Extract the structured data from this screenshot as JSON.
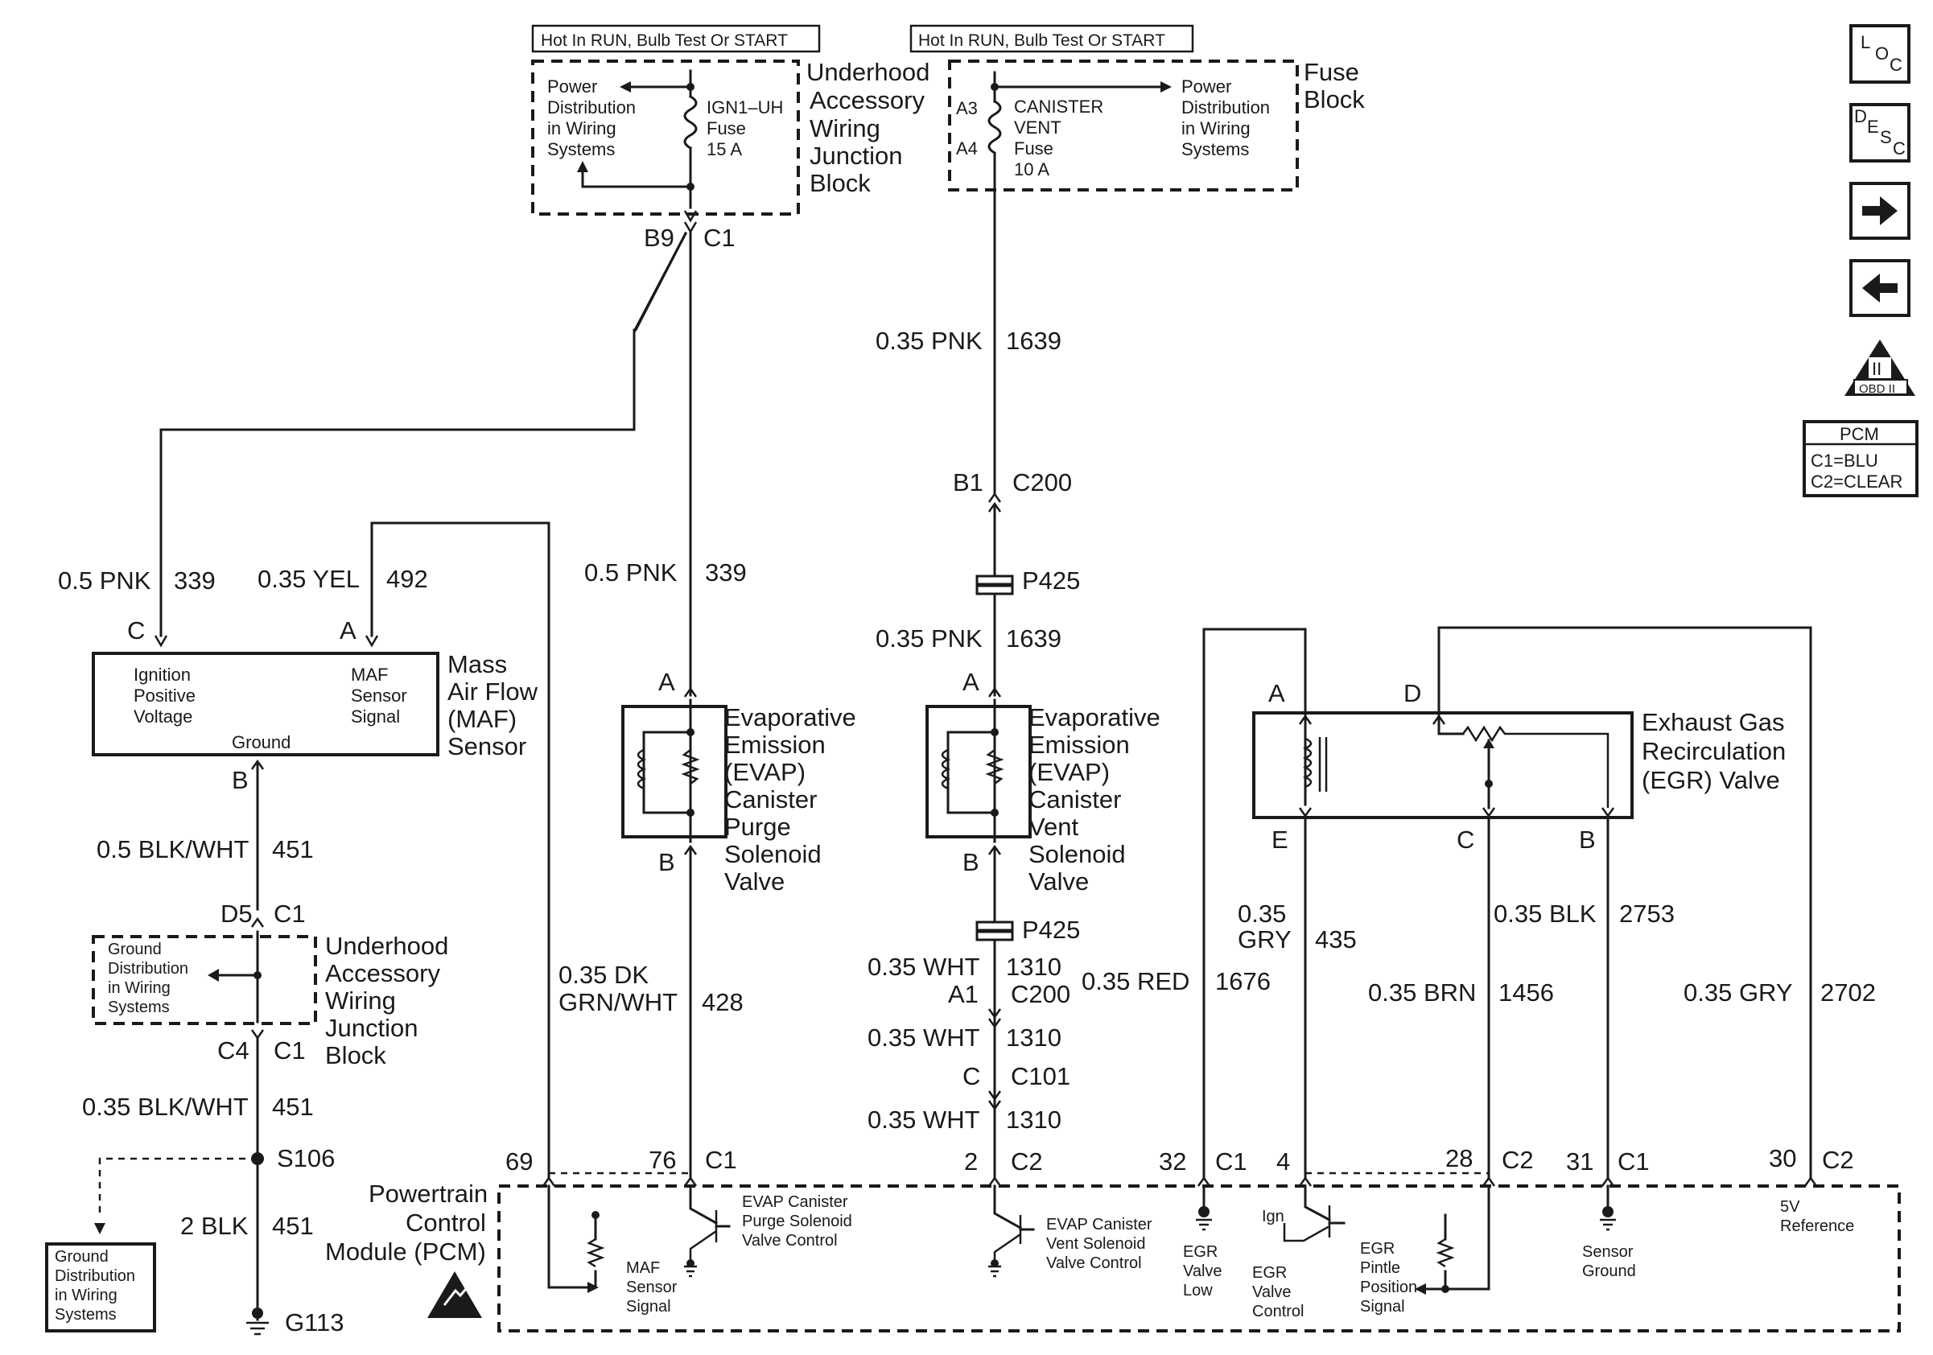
{
  "headers": {
    "left": "Hot In RUN, Bulb Test Or START",
    "right": "Hot In RUN, Bulb Test Or START"
  },
  "top_left_block": {
    "name_lines": [
      "Underhood",
      "Accessory",
      "Wiring",
      "Junction",
      "Block"
    ],
    "power_lines": [
      "Power",
      "Distribution",
      "in Wiring",
      "Systems"
    ],
    "fuse_lines": [
      "IGN1–UH",
      "Fuse",
      "15 A"
    ],
    "pin": "B9",
    "connector": "C1"
  },
  "fuse_block": {
    "name_lines": [
      "Fuse",
      "Block"
    ],
    "pin_a3": "A3",
    "pin_a4": "A4",
    "fuse_lines": [
      "CANISTER",
      "VENT",
      "Fuse",
      "10 A"
    ],
    "power_lines": [
      "Power",
      "Distribution",
      "in Wiring",
      "Systems"
    ]
  },
  "nav_icons": {
    "loc": "LOC",
    "desc": "DESC",
    "obd": "OBD II",
    "obd_roman": "II"
  },
  "pcm_legend": {
    "title": "PCM",
    "c1": "C1=BLU",
    "c2": "C2=CLEAR"
  },
  "wires": {
    "w1639_top": {
      "gauge": "0.35 PNK",
      "circuit": "1639"
    },
    "w339_left": {
      "gauge": "0.5 PNK",
      "circuit": "339"
    },
    "w492": {
      "gauge": "0.35 YEL",
      "circuit": "492"
    },
    "w339_mid": {
      "gauge": "0.5 PNK",
      "circuit": "339"
    },
    "w1639_mid": {
      "gauge": "0.35 PNK",
      "circuit": "1639"
    },
    "w451_a": {
      "gauge": "0.5 BLK/WHT",
      "circuit": "451"
    },
    "w451_b": {
      "gauge": "0.35 BLK/WHT",
      "circuit": "451"
    },
    "w451_c": {
      "gauge": "2 BLK",
      "circuit": "451"
    },
    "w428": {
      "gauge_lines": [
        "0.35 DK",
        "GRN/WHT"
      ],
      "circuit": "428"
    },
    "w1310_a": {
      "gauge": "0.35 WHT",
      "circuit": "1310"
    },
    "w1310_b": {
      "gauge": "0.35 WHT",
      "circuit": "1310"
    },
    "w1310_c": {
      "gauge": "0.35 WHT",
      "circuit": "1310"
    },
    "w1676": {
      "gauge": "0.35 RED",
      "circuit": "1676"
    },
    "w435": {
      "gauge_lines": [
        "0.35",
        "GRY"
      ],
      "circuit": "435"
    },
    "w1456": {
      "gauge": "0.35 BRN",
      "circuit": "1456"
    },
    "w2753": {
      "gauge": "0.35 BLK",
      "circuit": "2753"
    },
    "w2702": {
      "gauge": "0.35 GRY",
      "circuit": "2702"
    }
  },
  "connectors": {
    "b1": "B1",
    "c200": "C200",
    "p425": "P425",
    "p425b": "P425",
    "a1": "A1",
    "c200b": "C200",
    "c": "C",
    "c101": "C101",
    "d5": "D5",
    "c1_d5": "C1",
    "c4": "C4",
    "c1_c4": "C1",
    "s106": "S106",
    "g113": "G113"
  },
  "maf": {
    "pin_c": "C",
    "pin_a": "A",
    "pin_b": "B",
    "ignition_lines": [
      "Ignition",
      "Positive",
      "Voltage"
    ],
    "signal_lines": [
      "MAF",
      "Sensor",
      "Signal"
    ],
    "ground": "Ground",
    "name_lines": [
      "Mass",
      "Air Flow",
      "(MAF)",
      "Sensor"
    ]
  },
  "purge": {
    "pin_a": "A",
    "pin_b": "B",
    "name_lines": [
      "Evaporative",
      "Emission",
      "(EVAP)",
      "Canister",
      "Purge",
      "Solenoid",
      "Valve"
    ]
  },
  "vent": {
    "pin_a": "A",
    "pin_b": "B",
    "name_lines": [
      "Evaporative",
      "Emission",
      "(EVAP)",
      "Canister",
      "Vent",
      "Solenoid",
      "Valve"
    ]
  },
  "egr": {
    "pin_a": "A",
    "pin_d": "D",
    "pin_e": "E",
    "pin_c": "C",
    "pin_b": "B",
    "name_lines": [
      "Exhaust Gas",
      "Recirculation",
      "(EGR) Valve"
    ]
  },
  "junction_lower": {
    "name_lines": [
      "Underhood",
      "Accessory",
      "Wiring",
      "Junction",
      "Block"
    ],
    "ground_lines": [
      "Ground",
      "Distribution",
      "in Wiring",
      "Systems"
    ]
  },
  "ground_dist": {
    "lines": [
      "Ground",
      "Distribution",
      "in Wiring",
      "Systems"
    ]
  },
  "pcm": {
    "name_lines": [
      "Powertrain",
      "Control",
      "Module (PCM)"
    ],
    "pins": [
      {
        "pin": "69",
        "conn": ""
      },
      {
        "pin": "76",
        "conn": "C1"
      },
      {
        "pin": "2",
        "conn": "C2"
      },
      {
        "pin": "32",
        "conn": "C1"
      },
      {
        "pin": "4",
        "conn": ""
      },
      {
        "pin": "28",
        "conn": "C2"
      },
      {
        "pin": "31",
        "conn": "C1"
      },
      {
        "pin": "30",
        "conn": "C2"
      }
    ],
    "maf_signal": [
      "MAF",
      "Sensor",
      "Signal"
    ],
    "purge_ctrl": [
      "EVAP Canister",
      "Purge Solenoid",
      "Valve Control"
    ],
    "vent_ctrl": [
      "EVAP Canister",
      "Vent Solenoid",
      "Valve Control"
    ],
    "egr_low": [
      "EGR",
      "Valve",
      "Low"
    ],
    "ign": "Ign",
    "egr_ctrl": [
      "EGR",
      "Valve",
      "Control"
    ],
    "egr_pintle": [
      "EGR",
      "Pintle",
      "Position",
      "Signal"
    ],
    "sensor_ground": [
      "Sensor",
      "Ground"
    ],
    "five_v": [
      "5V",
      "Reference"
    ]
  }
}
